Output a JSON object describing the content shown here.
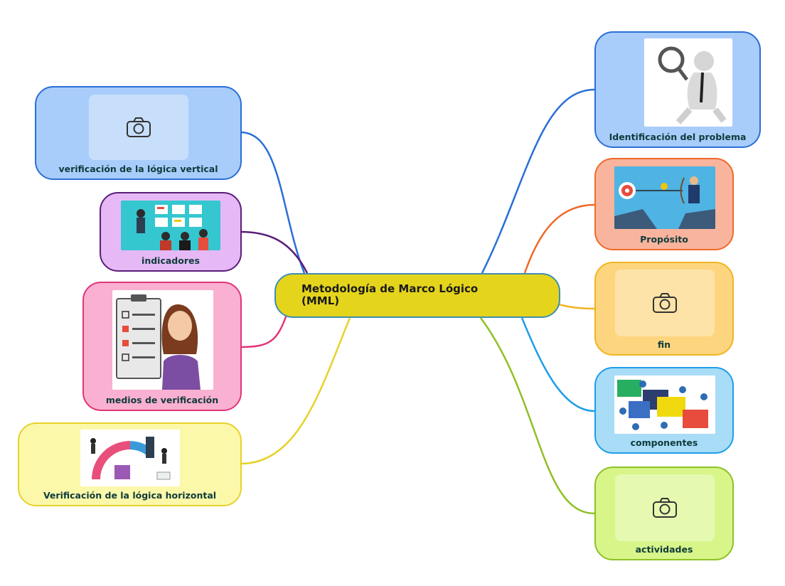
{
  "central": {
    "title_line1": "Metodología de Marco Lógico",
    "title_line2": "(MML)"
  },
  "left_nodes": [
    {
      "label": "verificación de la lógica vertical",
      "image": "photo-placeholder-icon"
    },
    {
      "label": "indicadores",
      "image": "classroom-presentation-illustration"
    },
    {
      "label": "medios de verificación",
      "image": "woman-with-checklist-illustration"
    },
    {
      "label": "Verificación de la lógica horizontal",
      "image": "business-analytics-illustration"
    }
  ],
  "right_nodes": [
    {
      "label": "Identificación del problema",
      "image": "man-with-magnifier-illustration"
    },
    {
      "label": "Propósito",
      "image": "businessman-archer-target-illustration"
    },
    {
      "label": "fin",
      "image": "photo-placeholder-icon"
    },
    {
      "label": "componentes",
      "image": "people-puzzle-pieces-illustration"
    },
    {
      "label": "actividades",
      "image": "photo-placeholder-icon"
    }
  ],
  "colors": {
    "central_fill": "#e4d41c",
    "blue": "#2a6fd6",
    "purple": "#5a1e78",
    "pink": "#e0357a",
    "yellow": "#e6d229",
    "orange": "#f06a2a",
    "gold": "#f2b425",
    "sky": "#1f9ee8",
    "green": "#8ec125"
  }
}
